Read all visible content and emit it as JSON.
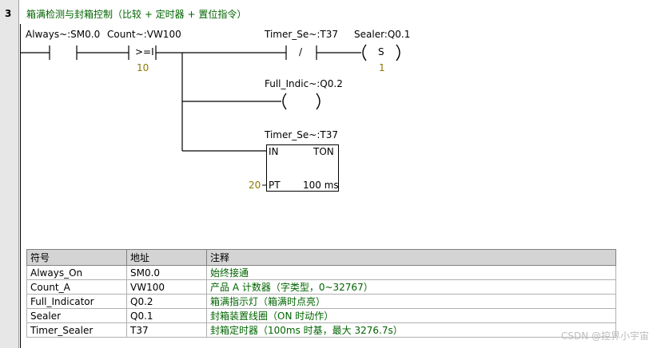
{
  "network": {
    "number": "3",
    "title": "箱满检测与封箱控制（比较 + 定时器 + 置位指令）"
  },
  "ladder": {
    "contact_always": {
      "label": "Always~:SM0.0"
    },
    "compare": {
      "label": "Count~:VW100",
      "symbol": ">=I",
      "operand": "10"
    },
    "timer_contact": {
      "label": "Timer_Se~:T37",
      "symbol": "/"
    },
    "sealer_coil": {
      "label": "Sealer:Q0.1",
      "symbol": "S",
      "count": "1"
    },
    "indicator_coil": {
      "label": "Full_Indic~:Q0.2"
    },
    "timer_box": {
      "label": "Timer_Se~:T37",
      "in": "IN",
      "type": "TON",
      "pt_value": "20",
      "pt": "PT",
      "base": "100 ms"
    }
  },
  "symbol_table": {
    "headers": [
      "符号",
      "地址",
      "注释"
    ],
    "rows": [
      [
        "Always_On",
        "SM0.0",
        "始终接通"
      ],
      [
        "Count_A",
        "VW100",
        "产品 A 计数器（字类型，0~32767）"
      ],
      [
        "Full_Indicator",
        "Q0.2",
        "箱满指示灯（箱满时点亮）"
      ],
      [
        "Sealer",
        "Q0.1",
        "封箱装置线圈（ON 时动作）"
      ],
      [
        "Timer_Sealer",
        "T37",
        "封箱定时器（100ms 时基，最大 3276.7s）"
      ]
    ]
  },
  "watermark": "CSDN @控界小宇宙"
}
